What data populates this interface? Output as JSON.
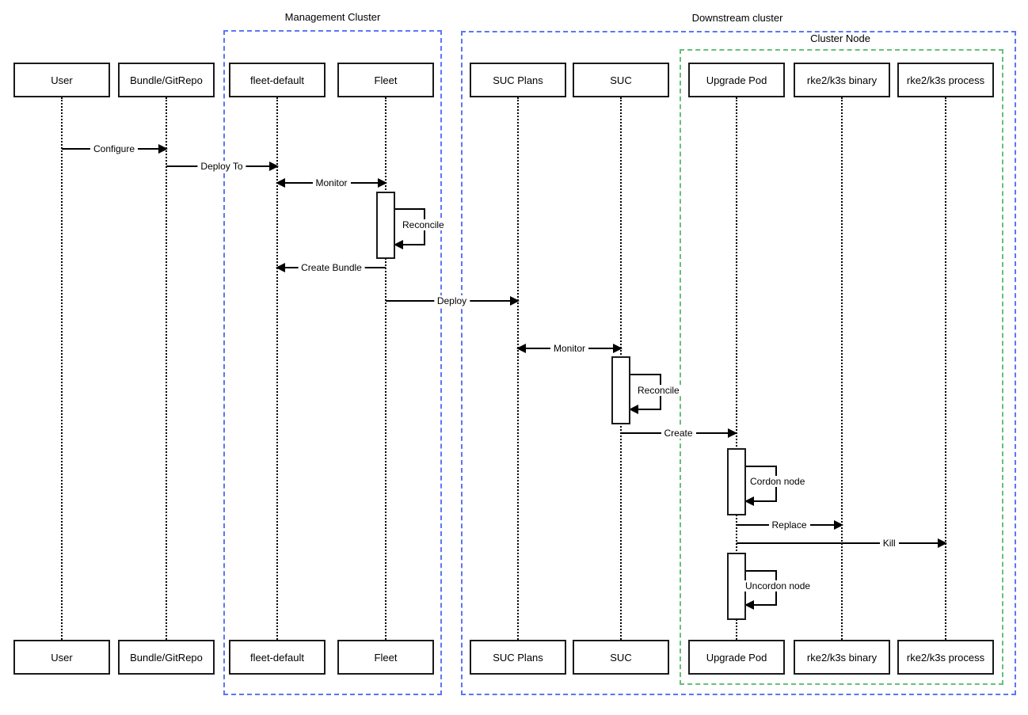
{
  "groups": [
    {
      "label": "Management Cluster"
    },
    {
      "label": "Downstream cluster"
    },
    {
      "label": "Cluster Node"
    }
  ],
  "actors": [
    {
      "label": "User"
    },
    {
      "label": "Bundle/GitRepo"
    },
    {
      "label": "fleet-default"
    },
    {
      "label": "Fleet"
    },
    {
      "label": "SUC Plans"
    },
    {
      "label": "SUC"
    },
    {
      "label": "Upgrade Pod"
    },
    {
      "label": "rke2/k3s binary"
    },
    {
      "label": "rke2/k3s process"
    }
  ],
  "messages": [
    {
      "label": "Configure"
    },
    {
      "label": "Deploy To"
    },
    {
      "label": "Monitor"
    },
    {
      "label": "Reconcile"
    },
    {
      "label": "Create Bundle"
    },
    {
      "label": "Deploy"
    },
    {
      "label": "Monitor"
    },
    {
      "label": "Reconcile"
    },
    {
      "label": "Create"
    },
    {
      "label": "Cordon node"
    },
    {
      "label": "Replace"
    },
    {
      "label": "Kill"
    },
    {
      "label": "Uncordon node"
    }
  ],
  "colors": {
    "cluster_blue": "#5b76f7",
    "node_green": "#66bf7a",
    "ink": "#1a1a1a"
  }
}
